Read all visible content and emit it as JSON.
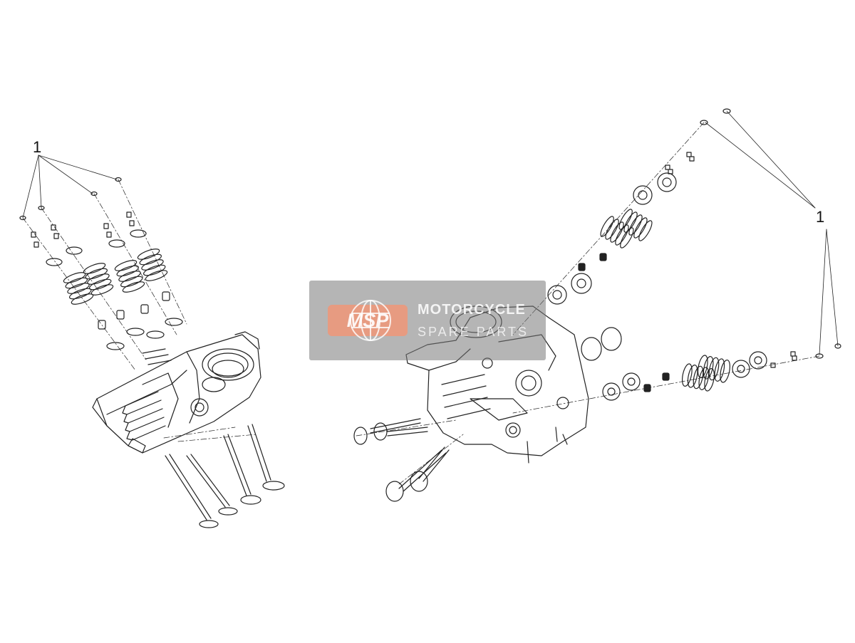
{
  "callouts": {
    "left": "1",
    "right": "1"
  },
  "watermark": {
    "badge": "MSP",
    "line1": "MOTORCYCLE",
    "line2": "SPARE PARTS"
  },
  "colors": {
    "line": "#222222",
    "background": "#ffffff",
    "watermark_badge": "#f0967a"
  }
}
